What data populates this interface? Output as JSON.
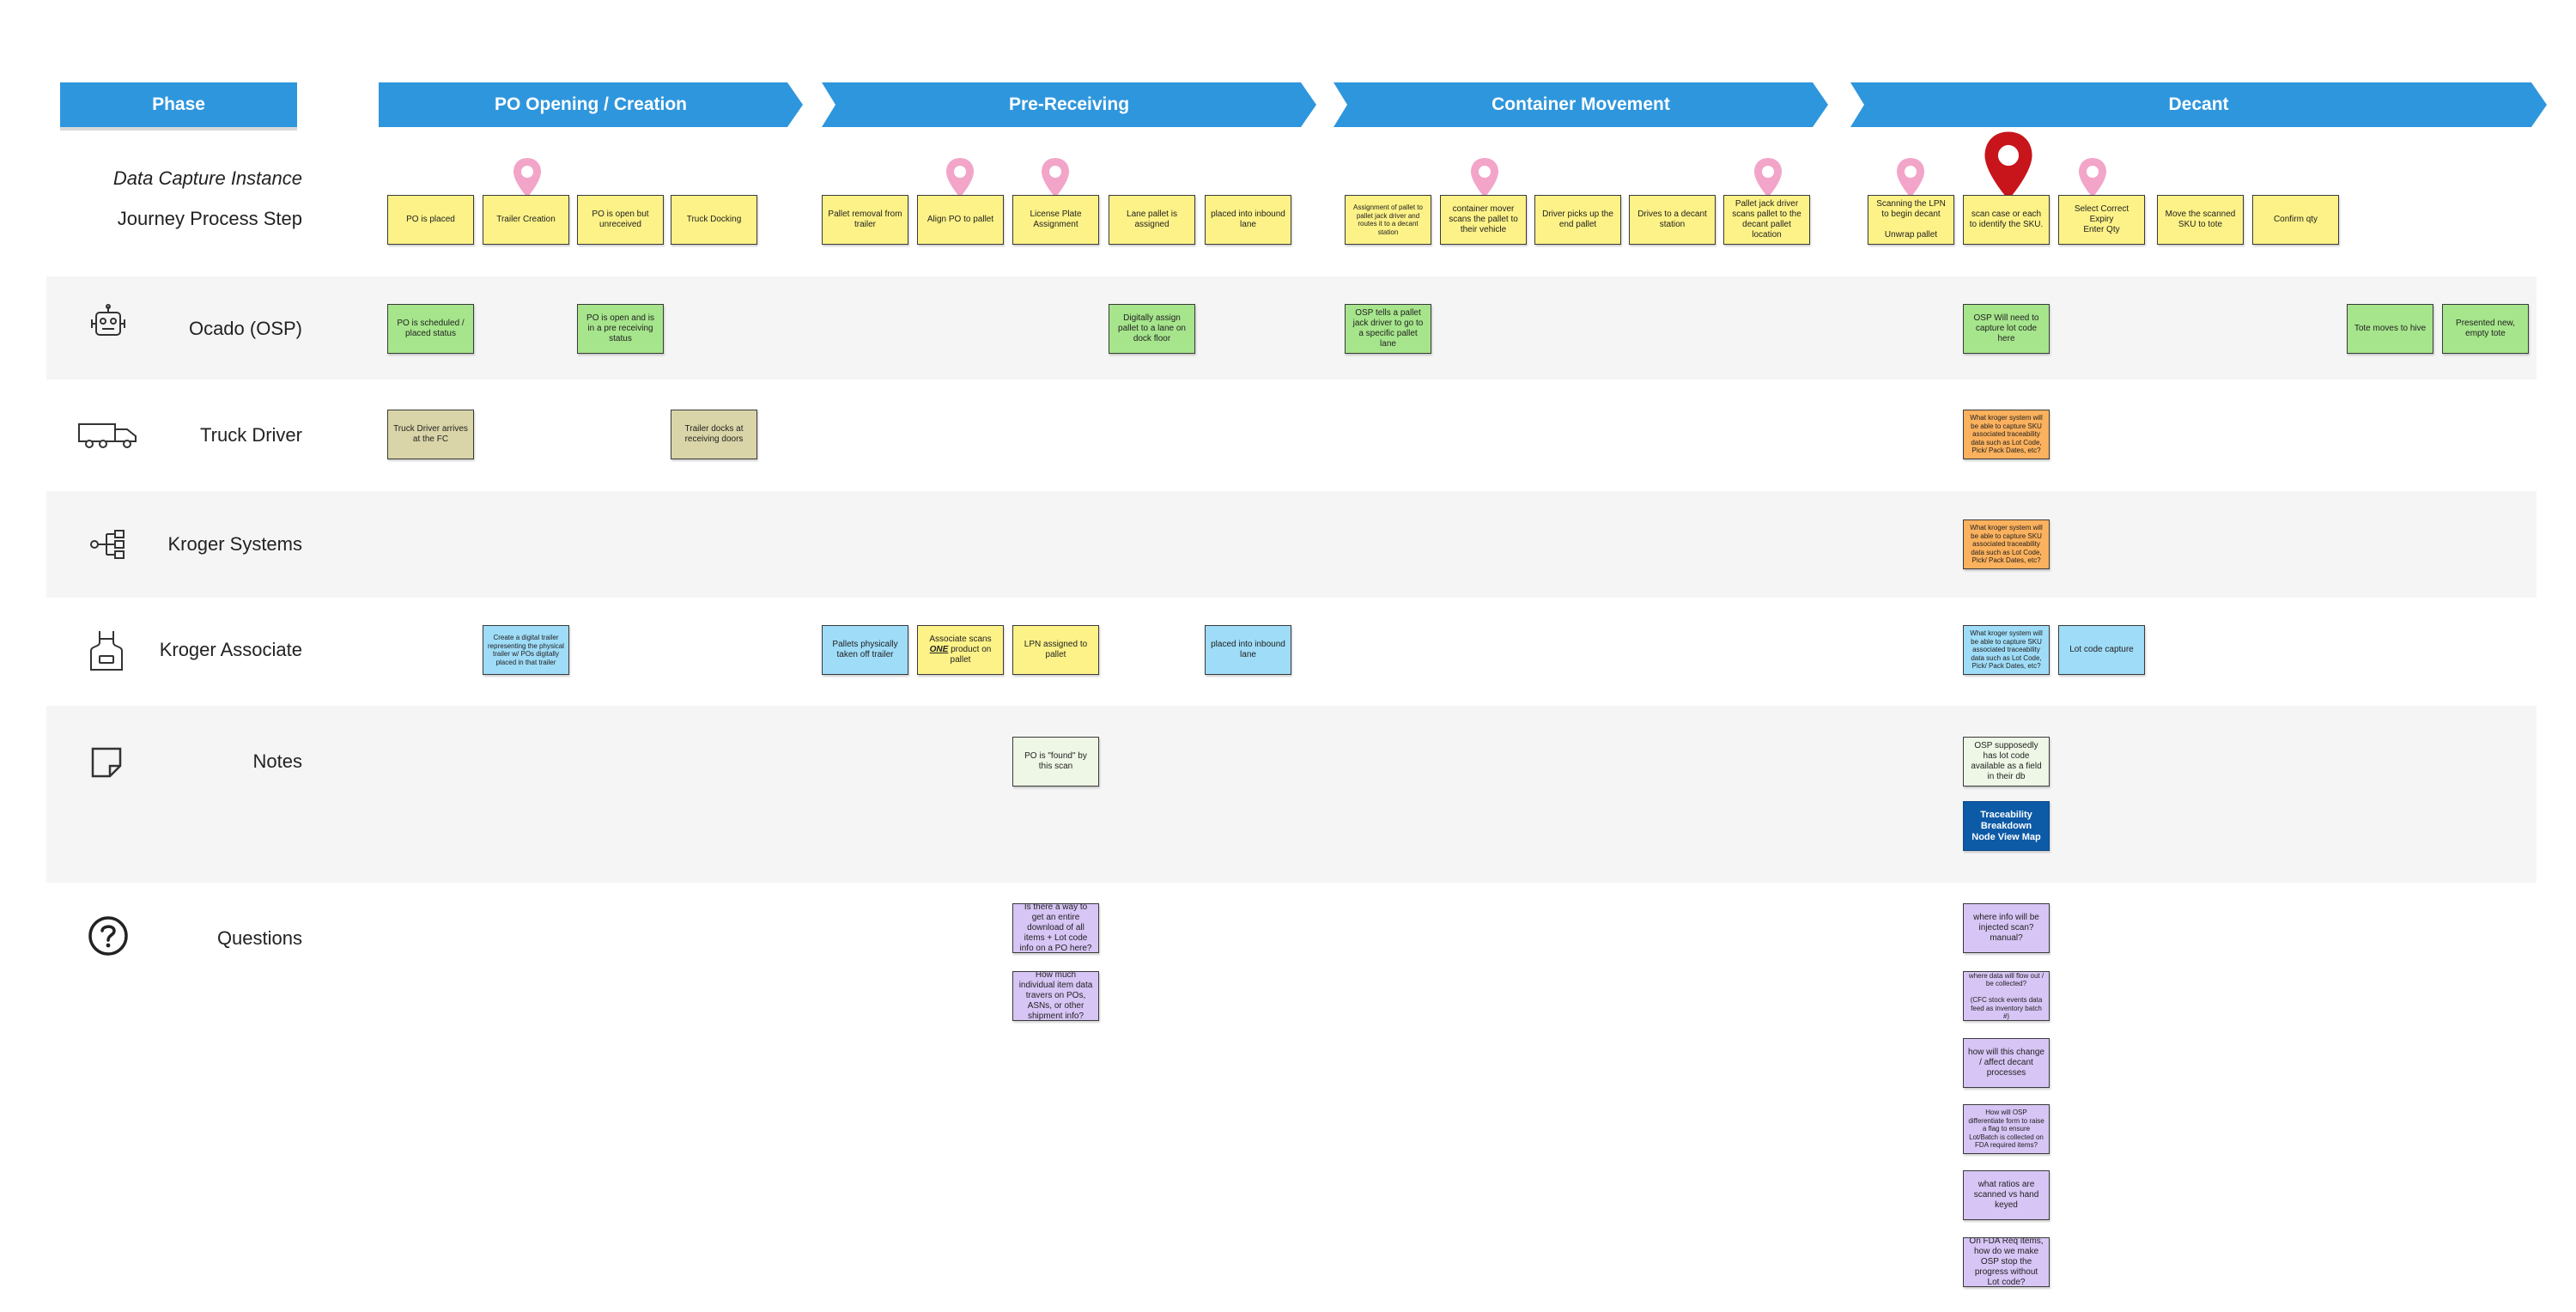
{
  "phase_header": {
    "label": "Phase",
    "phases": [
      "PO Opening / Creation",
      "Pre-Receiving",
      "Container Movement",
      "Decant"
    ]
  },
  "row_labels": {
    "data_capture": "Data Capture Instance",
    "journey": "Journey Process Step"
  },
  "lanes": {
    "ocado": "Ocado (OSP)",
    "truck": "Truck Driver",
    "systems": "Kroger Systems",
    "associate": "Kroger Associate",
    "notes": "Notes",
    "questions": "Questions"
  },
  "icons": {
    "ocado": "robot-icon",
    "truck": "truck-icon",
    "systems": "network-icon",
    "associate": "apron-icon",
    "notes": "sticky-note-icon",
    "questions": "question-circle-icon",
    "pin": "location-pin-icon"
  },
  "colors": {
    "phase_blue": "#2e96dd",
    "yellow": "#fdf287",
    "green": "#a6e58c",
    "khaki": "#d9d5a8",
    "orange": "#fbb15d",
    "blue": "#9fdcf7",
    "mint": "#eef7e6",
    "purple": "#d7c5f5",
    "dark_blue": "#0d5aa6",
    "pin_pink": "#f2a5c9",
    "pin_red": "#c8141b"
  },
  "journey_steps": [
    "PO is placed",
    "Trailer Creation",
    "PO is open but unreceived",
    "Truck Docking",
    "Pallet removal from trailer",
    "Align PO to pallet",
    "License Plate Assignment",
    "Lane pallet is assigned",
    "placed into inbound lane",
    "Assignment of pallet to pallet jack driver and routes it to a decant station",
    "container mover scans the pallet to their vehicle",
    "Driver picks up the end pallet",
    "Drives to a decant station",
    "Pallet jack driver scans pallet to the decant pallet location",
    "Scanning the LPN to begin decant\n\nUnwrap pallet",
    "scan case or each to identify the SKU.",
    "Select Correct Expiry\nEnter Qty",
    "Move the scanned SKU to tote",
    "Confirm qty"
  ],
  "ocado_notes": [
    "PO is scheduled / placed status",
    "PO is open and is in a pre receiving status",
    "Digitally assign pallet to a lane on dock floor",
    "OSP tells a pallet jack driver to go to a specific pallet lane",
    "OSP Will need to capture lot code here",
    "Tote moves to hive",
    "Presented new, empty tote"
  ],
  "truck_notes": [
    "Truck Driver arrives at the FC",
    "Trailer docks at receiving doors",
    "What kroger system will be able to capture SKU associated traceability data such as Lot Code, Pick/ Pack Dates, etc?"
  ],
  "systems_notes": [
    "What kroger system will be able to capture SKU associated traceability data such as Lot Code, Pick/ Pack Dates, etc?"
  ],
  "associate_notes": [
    "Create a digital trailer representing the physical trailer w/ POs digitally placed in that trailer",
    "Pallets physically taken off trailer",
    "Associate scans ONE product on pallet",
    "LPN assigned to pallet",
    "placed into inbound lane",
    "What kroger system will be able to capture SKU associated traceability data such as Lot Code, Pick/ Pack Dates, etc?",
    "Lot code capture"
  ],
  "notes_notes": [
    "PO is \"found\" by this scan",
    "OSP supposedly has lot code available as a field in their db",
    "Traceability Breakdown Node View Map"
  ],
  "questions": [
    "Is there a way to get an entire download of all items + Lot code info on a PO here?",
    "How much individual item data travers on POs, ASNs, or other shipment info?",
    "where info will be injected scan? manual?",
    "where data will flow out / be collected?\n\n(CFC stock events data feed as inventory batch #)",
    "how will this change / affect decant processes",
    "How will OSP differentiate form to raise a flag to ensure Lot/Batch is collected on FDA required items?",
    "what ratios are scanned vs hand keyed",
    "On FDA Req items, how do we make OSP stop the progress without Lot code?"
  ]
}
